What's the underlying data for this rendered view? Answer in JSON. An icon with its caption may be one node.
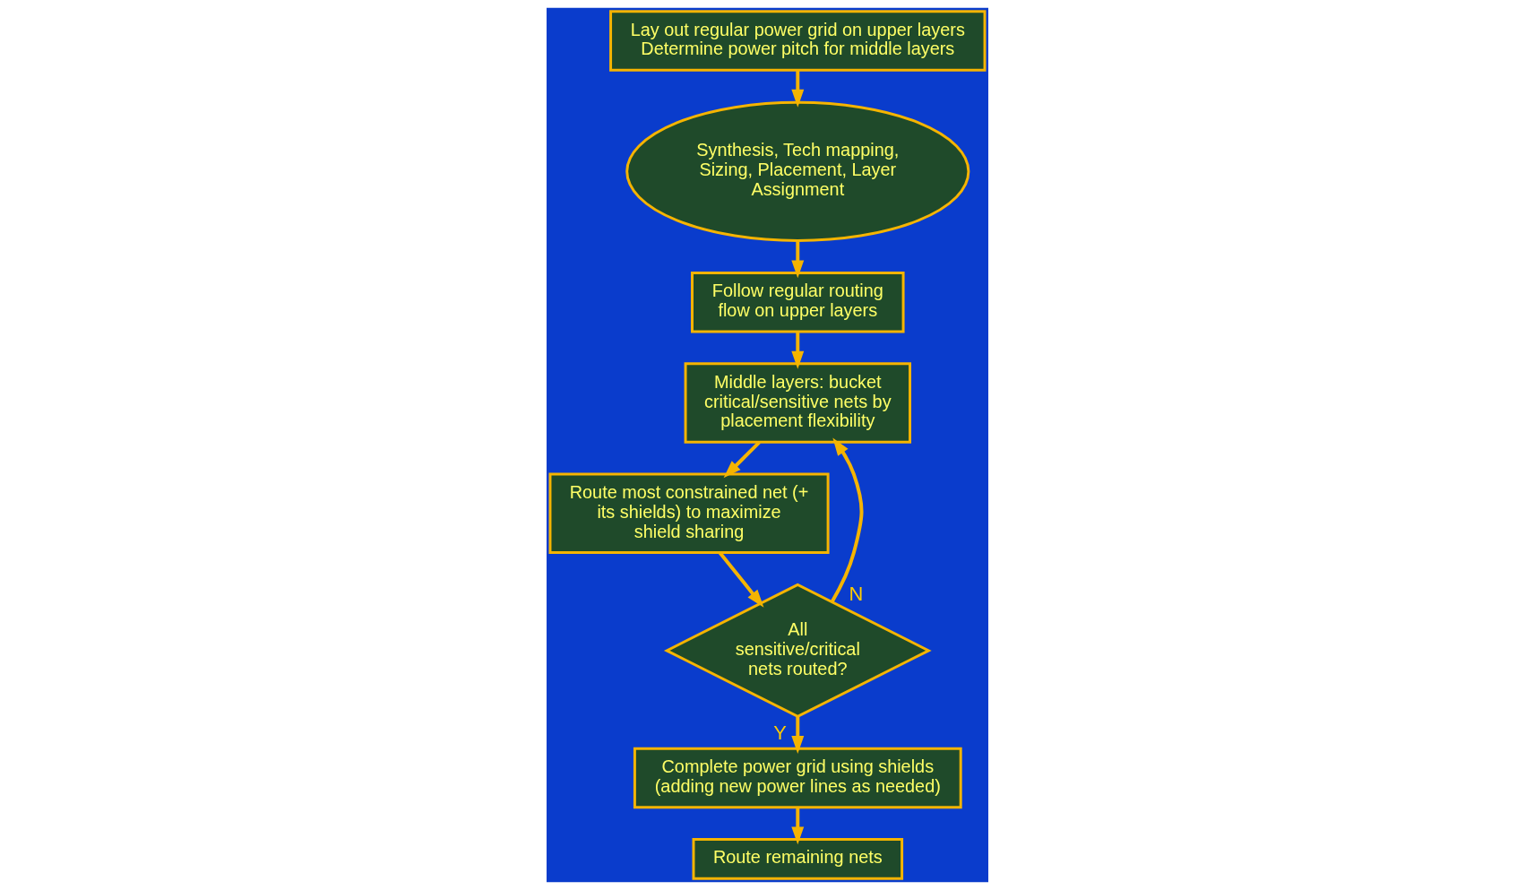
{
  "diagram": {
    "nodes": [
      {
        "text": [
          "Lay out regular power grid on upper layers",
          "Determine power pitch for middle layers"
        ]
      },
      {
        "text": [
          "Synthesis, Tech mapping, Sizing, Placement, Layer Assignment"
        ]
      },
      {
        "text": [
          "Follow regular routing flow on upper layers"
        ]
      },
      {
        "text": [
          "Middle layers: bucket critical/sensitive nets by placement flexibility"
        ]
      },
      {
        "text": [
          "Route most constrained net (+ its shields) to maximize shield sharing"
        ]
      },
      {
        "text": [
          "All sensitive/critical nets routed?"
        ]
      },
      {
        "text": [
          "Complete power grid using shields (adding new power lines as needed)"
        ]
      },
      {
        "text": [
          "Route remaining nets"
        ]
      }
    ],
    "edges": [
      {
        "from": 0,
        "to": 1,
        "arrow": "to"
      },
      {
        "from": 1,
        "to": 2,
        "arrow": "to"
      },
      {
        "from": 2,
        "to": 3,
        "arrow": "to"
      },
      {
        "from": 3,
        "to": 4,
        "arrow": "to"
      },
      {
        "from": 4,
        "to": 5,
        "arrow": "to"
      },
      {
        "from": 5,
        "to": 3,
        "label": "N",
        "arrow": "to"
      },
      {
        "from": 5,
        "to": 6,
        "label": "Y",
        "arrow": "to"
      },
      {
        "from": 6,
        "to": 7,
        "arrow": "to"
      }
    ]
  }
}
